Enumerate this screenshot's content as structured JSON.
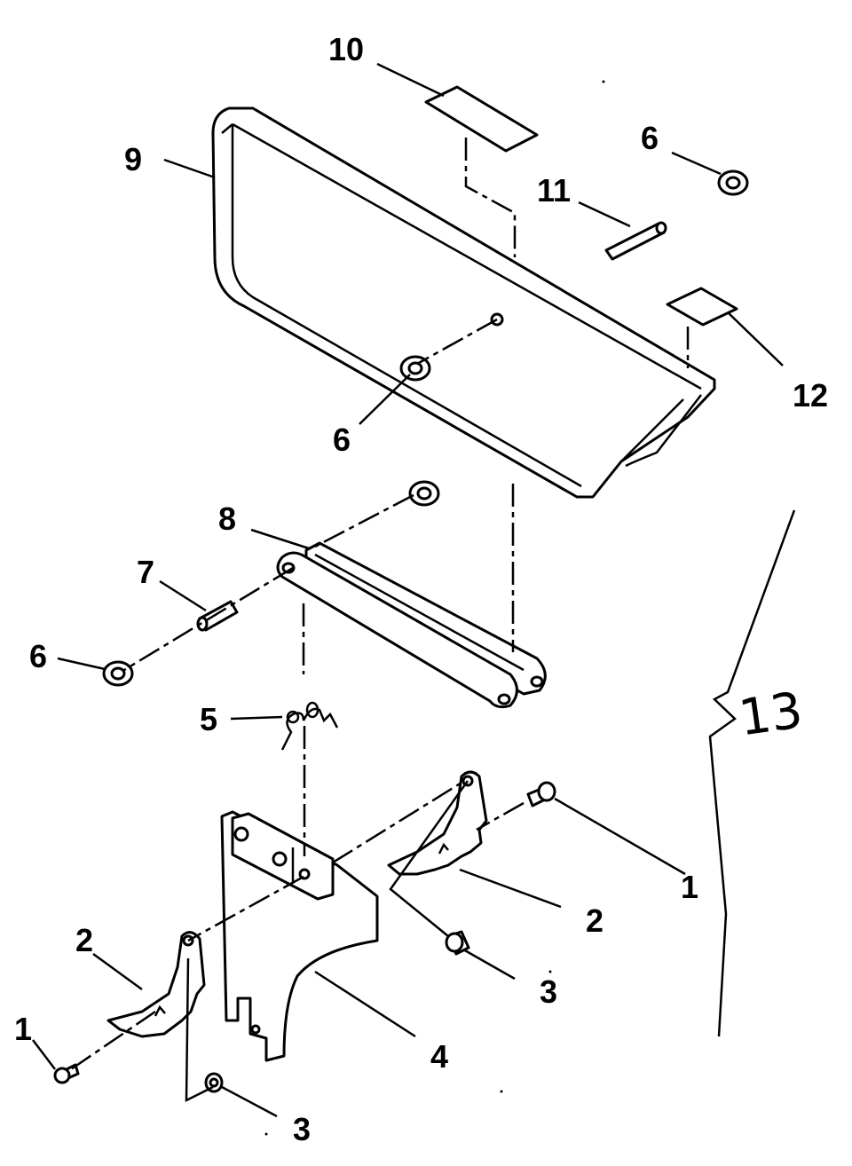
{
  "diagram": {
    "labels": {
      "p1_right": "1",
      "p1_left": "1",
      "p2_right": "2",
      "p2_left": "2",
      "p3_right": "3",
      "p3_left": "3",
      "p4": "4",
      "p5": "5",
      "p6_top": "6",
      "p6_mid": "6",
      "p6_left": "6",
      "p7": "7",
      "p8": "8",
      "p9": "9",
      "p10": "10",
      "p11": "11",
      "p12": "12"
    },
    "handwritten_note": "13"
  }
}
